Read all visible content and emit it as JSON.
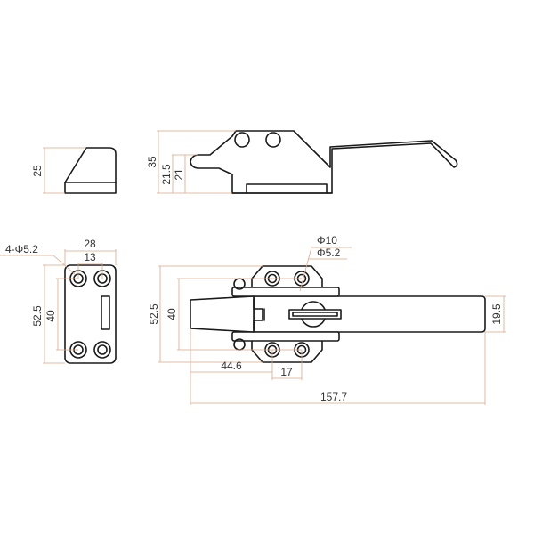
{
  "drawing": {
    "type": "latch technical drawing",
    "colors": {
      "outline": "#1a1a1a",
      "dimension": "#d8a88a",
      "text": "#333333"
    },
    "views": {
      "strike_side": {
        "height": "25"
      },
      "latch_side": {
        "overall_height": "35",
        "hook_height_outer": "21.5",
        "hook_height_inner": "21"
      },
      "strike_top": {
        "hole_label": "4-Φ5.2",
        "width": "28",
        "hole_spacing_x": "13",
        "height": "52.5",
        "hole_spacing_y": "40"
      },
      "latch_top": {
        "large_hole": "Φ10",
        "small_hole": "Φ5.2",
        "height": "52.5",
        "hole_spacing_y": "40",
        "tip_to_hole": "44.6",
        "hole_spacing_x": "17",
        "overall_length": "157.7",
        "handle_width": "19.5"
      }
    }
  }
}
